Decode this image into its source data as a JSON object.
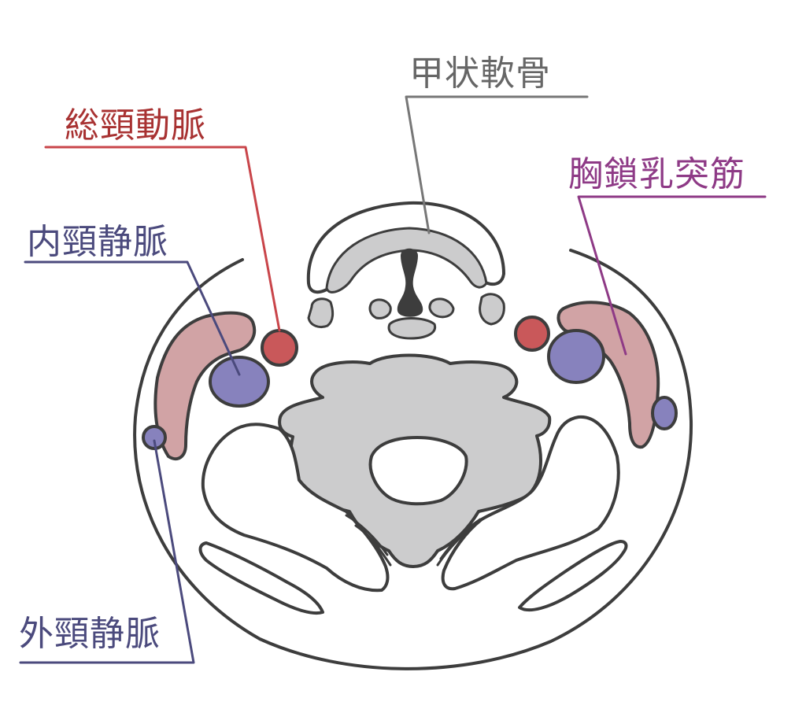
{
  "labels": {
    "common_carotid_artery": "総頸動脈",
    "thyroid_cartilage": "甲状軟骨",
    "sternocleidomastoid": "胸鎖乳突筋",
    "internal_jugular_vein": "内頸静脈",
    "external_jugular_vein": "外頸静脈"
  },
  "colors": {
    "artery_label": "#a83232",
    "artery_fill": "#c9585a",
    "vein_label": "#4b4a7d",
    "vein_fill": "#8782bd",
    "muscle_label": "#8e3a86",
    "muscle_fill": "#d1a3a5",
    "cartilage_label": "#666666",
    "bone_fill": "#cccccd",
    "outline": "#3d3d3d"
  }
}
